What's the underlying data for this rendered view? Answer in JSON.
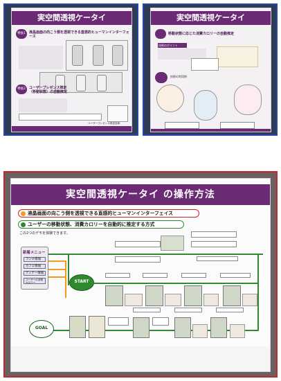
{
  "panel_left": {
    "title": "実空間透視ケータイ",
    "feature1_label": "特長1",
    "feature1_heading": "液晶画面の向こう側を透視できる直感的ヒューマンインターフェース",
    "feature2_label": "特長2",
    "feature2_heading": "ユーザープレゼンス推定（移動状態）の自動推定",
    "footer_note": "ユーザープレゼンス推定技術"
  },
  "panel_right": {
    "title": "実空間透視ケータイ",
    "heading": "移動状態に応じた消費カロリーの自動推定",
    "caption_left": "技術の利用例",
    "caption_right": "技術のポイント"
  },
  "poster": {
    "title": "実空間透視ケータイ の操作方法",
    "bullet1": "液晶画面の向こう側を透視できる直感的ヒューマンインターフェイス",
    "bullet2": "ユーザーの移動状態、消費カロリーを自動的に推定する方式",
    "subtitle": "この2つのデモを体験できます。",
    "menu_title": "新着メニュー",
    "menu_items": [
      "ランチ情報",
      "カフェ情報",
      "ディナー情報",
      "ユーザーの消費カロリー"
    ],
    "start_label": "START",
    "goal_label": "GOAL"
  },
  "colors": {
    "purple": "#6a2a74",
    "purple_dark": "#4c1b55",
    "orange": "#f39a1f",
    "green": "#2f8a2f",
    "frame_blue": "#2348a8",
    "frame_red": "#c8242a"
  }
}
